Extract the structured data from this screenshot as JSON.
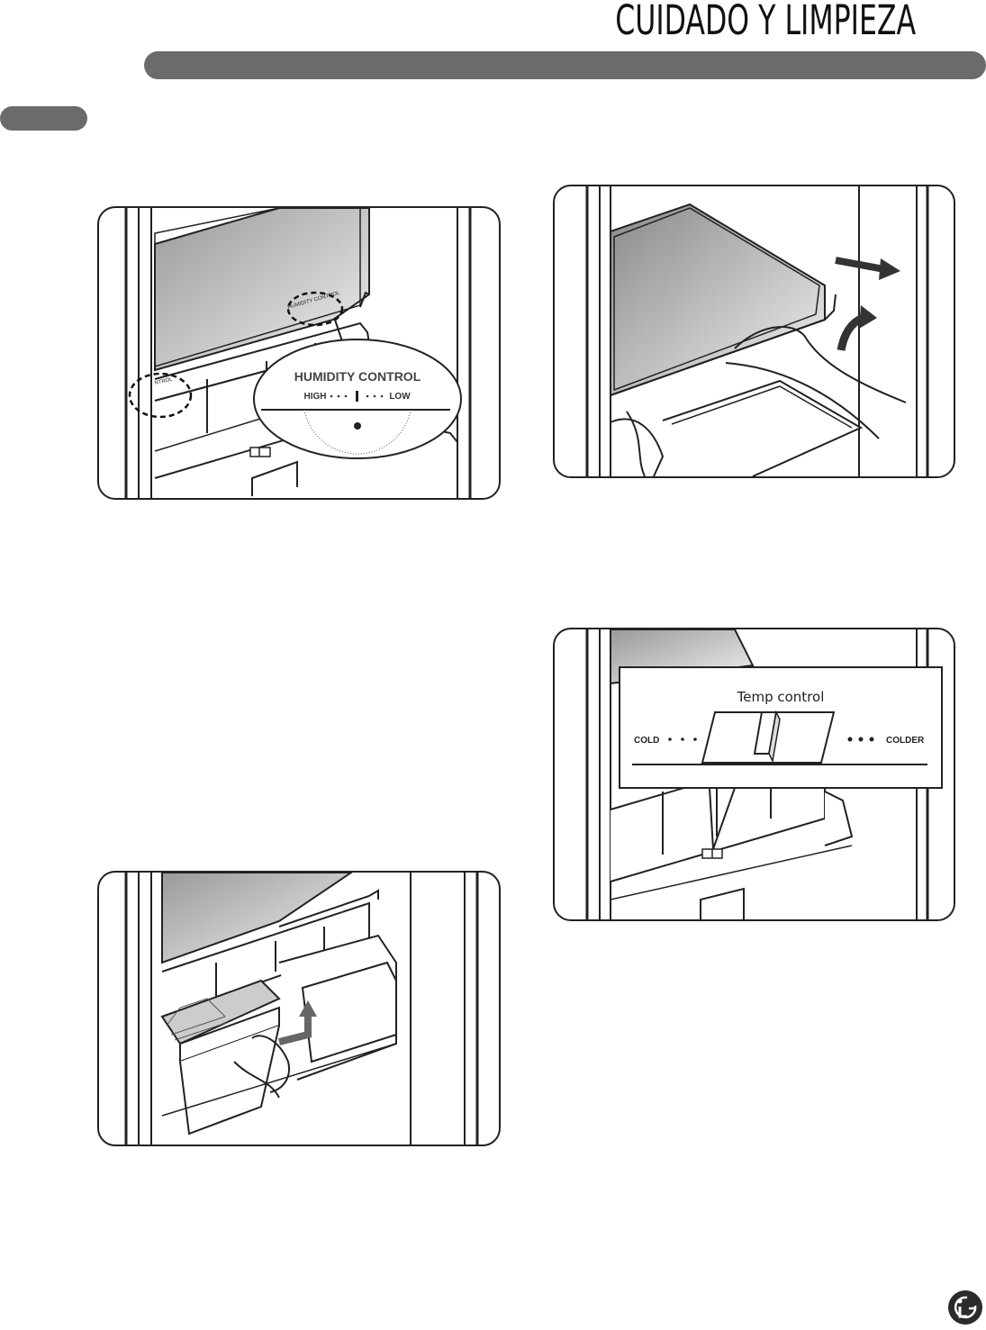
{
  "header": {
    "title": "CUIDADO Y LIMPIEZA"
  },
  "figures": {
    "humidity": {
      "label": "HUMIDITY CONTROL",
      "high": "HIGH",
      "low": "LOW",
      "small_left": "NTROL",
      "small_right": "HUMIDITY CONTROL"
    },
    "temp": {
      "label": "Temp control",
      "cold": "COLD",
      "colder": "COLDER"
    }
  },
  "icons": {
    "logo": "lg-logo-icon"
  }
}
